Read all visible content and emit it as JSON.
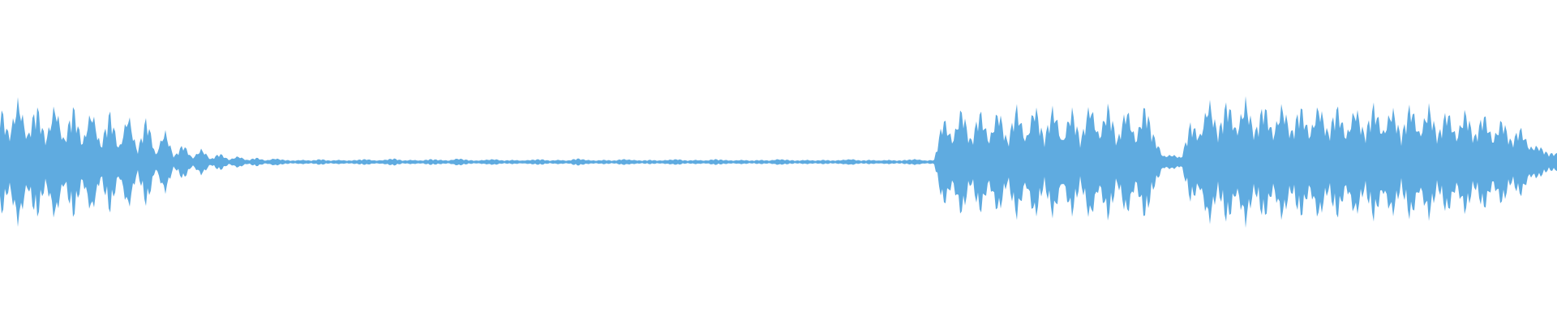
{
  "waveform": {
    "color": "#5fabe0",
    "background": "#ffffff",
    "envelope": [
      0.8,
      0.36,
      0.87,
      0.35,
      0.8,
      0.3,
      0.8,
      0.28,
      0.78,
      0.26,
      0.73,
      0.22,
      0.71,
      0.18,
      0.67,
      0.14,
      0.63,
      0.1,
      0.44,
      0.07,
      0.25,
      0.05,
      0.18,
      0.04,
      0.12,
      0.03,
      0.08,
      0.025,
      0.06,
      0.02,
      0.05,
      0.03,
      0.02,
      0.03,
      0.02,
      0.04,
      0.02,
      0.03,
      0.02,
      0.03,
      0.04,
      0.02,
      0.03,
      0.05,
      0.02,
      0.03,
      0.02,
      0.04,
      0.03,
      0.02,
      0.05,
      0.03,
      0.02,
      0.03,
      0.04,
      0.02,
      0.03,
      0.02,
      0.03,
      0.04,
      0.02,
      0.03,
      0.02,
      0.05,
      0.03,
      0.02,
      0.03,
      0.02,
      0.04,
      0.03,
      0.02,
      0.03,
      0.02,
      0.03,
      0.04,
      0.02,
      0.03,
      0.02,
      0.04,
      0.03,
      0.02,
      0.03,
      0.02,
      0.03,
      0.02,
      0.04,
      0.03,
      0.02,
      0.03,
      0.02,
      0.03,
      0.02,
      0.03,
      0.04,
      0.02,
      0.03,
      0.02,
      0.03,
      0.02,
      0.03,
      0.04,
      0.02,
      0.03,
      0.62,
      0.3,
      0.75,
      0.28,
      0.72,
      0.3,
      0.74,
      0.28,
      0.78,
      0.3,
      0.8,
      0.32,
      0.78,
      0.28,
      0.75,
      0.3,
      0.82,
      0.35,
      0.8,
      0.3,
      0.76,
      0.3,
      0.79,
      0.35,
      0.08,
      0.1,
      0.06,
      0.55,
      0.35,
      0.86,
      0.4,
      0.87,
      0.42,
      0.86,
      0.4,
      0.82,
      0.38,
      0.8,
      0.4,
      0.78,
      0.38,
      0.8,
      0.4,
      0.78,
      0.36,
      0.77,
      0.38,
      0.8,
      0.4,
      0.76,
      0.36,
      0.82,
      0.38,
      0.78,
      0.36,
      0.74,
      0.34,
      0.72,
      0.34,
      0.68,
      0.3,
      0.6,
      0.28,
      0.48,
      0.2,
      0.22,
      0.12
    ]
  }
}
